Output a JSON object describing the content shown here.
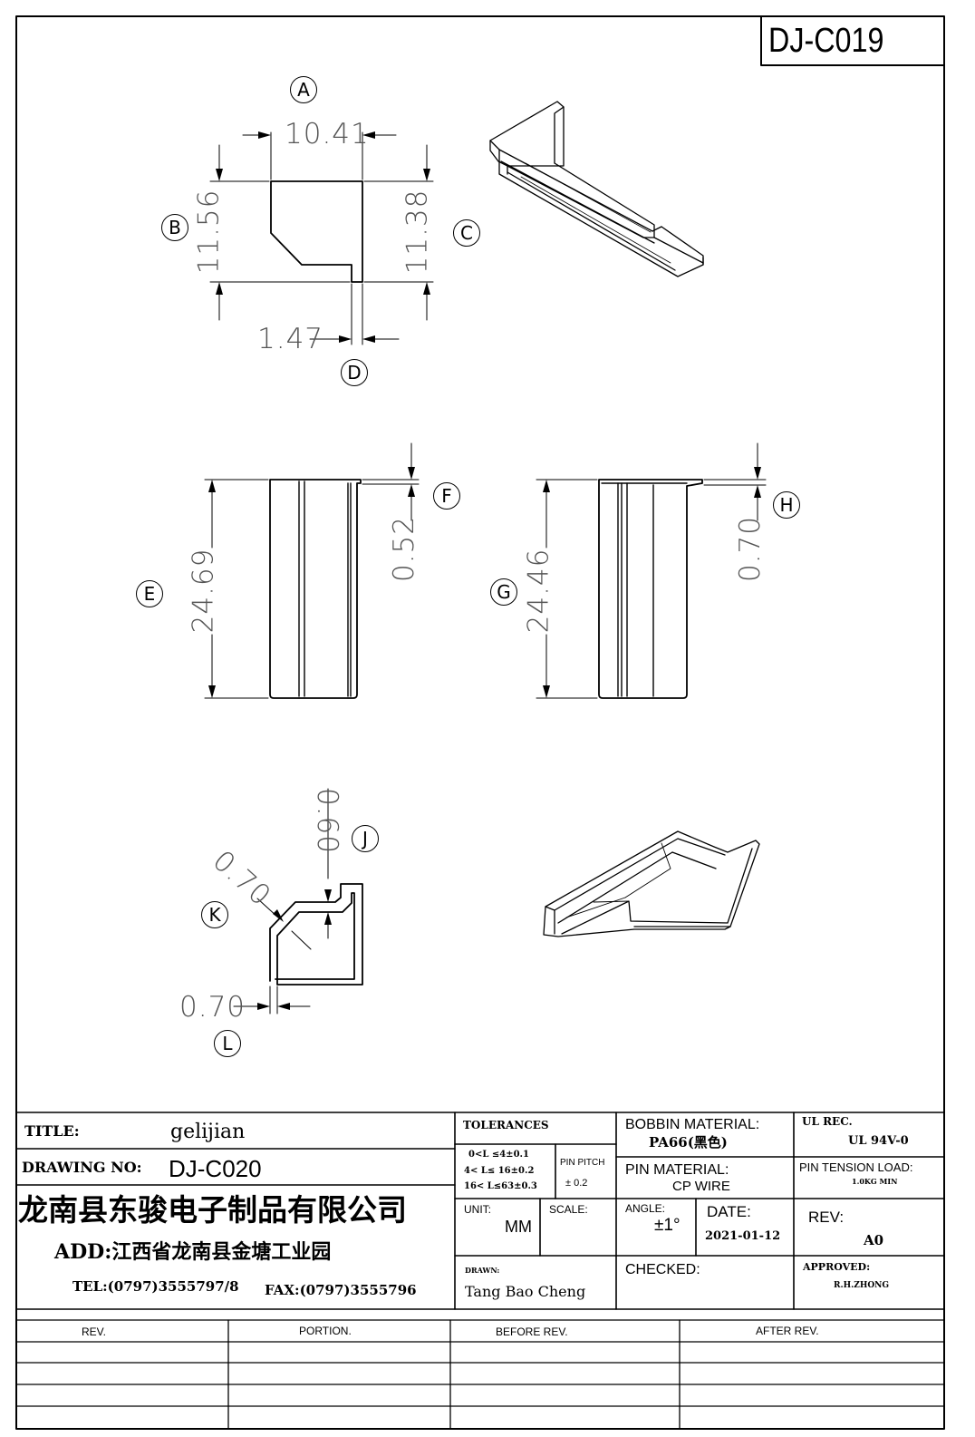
{
  "drawing_code": "DJ-C019",
  "callouts": {
    "A": "A",
    "B": "B",
    "C": "C",
    "D": "D",
    "E": "E",
    "F": "F",
    "G": "G",
    "H": "H",
    "J": "J",
    "K": "K",
    "L": "L"
  },
  "dimensions": {
    "A": "10.41",
    "B": "11.56",
    "C": "11.38",
    "D": "1.47",
    "E": "24.69",
    "F": "0.52",
    "G": "24.46",
    "H": "0.70",
    "J": "0.60",
    "K": "0.70",
    "L": "0.70"
  },
  "title_block": {
    "title_label": "TITLE:",
    "title_value": "gelijian",
    "drawing_no_label": "DRAWING NO:",
    "drawing_no_value": "DJ-C020",
    "company_name": "龙南县东骏电子制品有限公司",
    "address": "ADD:江西省龙南县金塘工业园",
    "tel": "TEL:(0797)3555797/8",
    "fax": "FAX:(0797)3555796",
    "tolerances_label": "TOLERANCES",
    "tolerance_lines": [
      "0<L ≤4±0.1",
      "4< L≤ 16±0.2",
      "16< L≤63±0.3"
    ],
    "pin_pitch_label": "PIN PITCH",
    "pin_pitch_value": "± 0.2",
    "unit_label": "UNIT:",
    "unit_value": "MM",
    "scale_label": "SCALE:",
    "drawn_label": "DRAWN:",
    "drawn_value": "Tang Bao Cheng",
    "bobbin_material_label": "BOBBIN MATERIAL:",
    "bobbin_material_value": "PA66(黑色)",
    "pin_material_label": "PIN MATERIAL:",
    "pin_material_value": "CP WIRE",
    "angle_label": "ANGLE:",
    "angle_value": "±1°",
    "date_label": "DATE:",
    "date_value": "2021-01-12",
    "checked_label": "CHECKED:",
    "ul_rec_label": "UL REC.",
    "ul_rec_value": "UL 94V-0",
    "pin_tension_label": "PIN TENSION LOAD:",
    "pin_tension_value": "1.0KG MIN",
    "rev_label": "REV:",
    "rev_value": "A0",
    "approved_label": "APPROVED:",
    "approved_value": "R.H.ZHONG"
  },
  "revision_table": {
    "headers": [
      "REV.",
      "PORTION.",
      "BEFORE REV.",
      "AFTER REV."
    ]
  }
}
